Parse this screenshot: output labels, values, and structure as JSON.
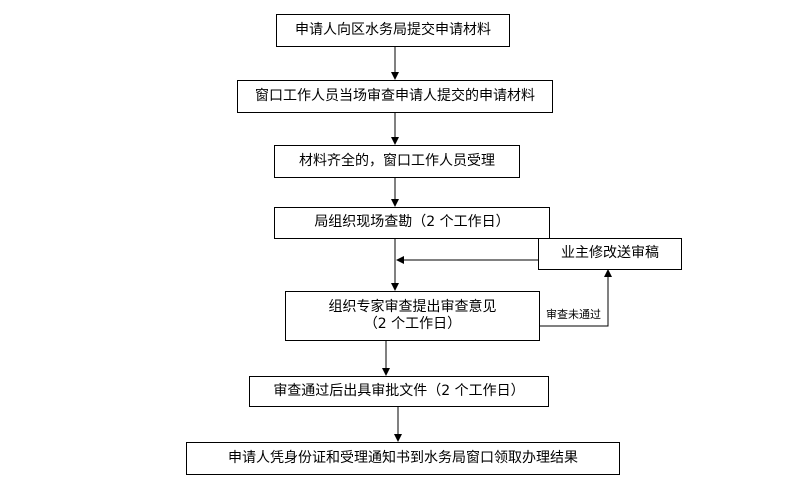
{
  "flow": {
    "steps": [
      "申请人向区水务局提交申请材料",
      "窗口工作人员当场审查申请人提交的申请材料",
      "材料齐全的，窗口工作人员受理",
      "局组织现场查勘（2 个工作日）",
      [
        "组织专家审查提出审查意见",
        "（2 个工作日）"
      ],
      "审查通过后出具审批文件（2 个工作日）",
      "申请人凭身份证和受理通知书到水务局窗口领取办理结果"
    ],
    "side_box": "业主修改送审稿",
    "loop_label": "审查未通过"
  }
}
